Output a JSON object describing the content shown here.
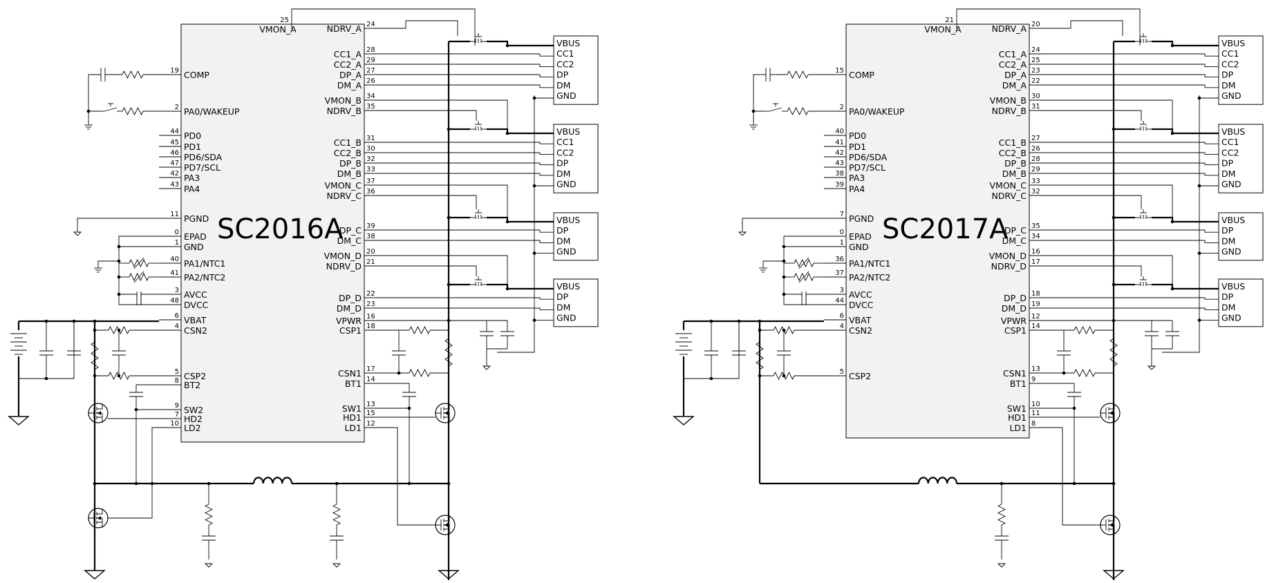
{
  "left": {
    "name": "SC2016A",
    "pins_left": [
      {
        "num": "25",
        "label": "VMON_A"
      },
      {
        "num": "19",
        "label": "COMP"
      },
      {
        "num": "2",
        "label": "PA0/WAKEUP"
      },
      {
        "num": "44",
        "label": "PD0"
      },
      {
        "num": "45",
        "label": "PD1"
      },
      {
        "num": "46",
        "label": "PD6/SDA"
      },
      {
        "num": "47",
        "label": "PD7/SCL"
      },
      {
        "num": "42",
        "label": "PA3"
      },
      {
        "num": "43",
        "label": "PA4"
      },
      {
        "num": "11",
        "label": "PGND"
      },
      {
        "num": "0",
        "label": "EPAD"
      },
      {
        "num": "1",
        "label": "GND"
      },
      {
        "num": "40",
        "label": "PA1/NTC1"
      },
      {
        "num": "41",
        "label": "PA2/NTC2"
      },
      {
        "num": "3",
        "label": "AVCC"
      },
      {
        "num": "48",
        "label": "DVCC"
      },
      {
        "num": "6",
        "label": "VBAT"
      },
      {
        "num": "4",
        "label": "CSN2"
      },
      {
        "num": "5",
        "label": "CSP2"
      },
      {
        "num": "8",
        "label": "BT2"
      },
      {
        "num": "9",
        "label": "SW2"
      },
      {
        "num": "7",
        "label": "HD2"
      },
      {
        "num": "10",
        "label": "LD2"
      }
    ],
    "pins_right": [
      {
        "num": "24",
        "label": "NDRV_A"
      },
      {
        "num": "28",
        "label": "CC1_A"
      },
      {
        "num": "29",
        "label": "CC2_A"
      },
      {
        "num": "27",
        "label": "DP_A"
      },
      {
        "num": "26",
        "label": "DM_A"
      },
      {
        "num": "34",
        "label": "VMON_B"
      },
      {
        "num": "35",
        "label": "NDRV_B"
      },
      {
        "num": "31",
        "label": "CC1_B"
      },
      {
        "num": "30",
        "label": "CC2_B"
      },
      {
        "num": "32",
        "label": "DP_B"
      },
      {
        "num": "33",
        "label": "DM_B"
      },
      {
        "num": "37",
        "label": "VMON_C"
      },
      {
        "num": "36",
        "label": "NDRV_C"
      },
      {
        "num": "39",
        "label": "DP_C"
      },
      {
        "num": "38",
        "label": "DM_C"
      },
      {
        "num": "20",
        "label": "VMON_D"
      },
      {
        "num": "21",
        "label": "NDRV_D"
      },
      {
        "num": "22",
        "label": "DP_D"
      },
      {
        "num": "23",
        "label": "DM_D"
      },
      {
        "num": "16",
        "label": "VPWR"
      },
      {
        "num": "18",
        "label": "CSP1"
      },
      {
        "num": "17",
        "label": "CSN1"
      },
      {
        "num": "14",
        "label": "BT1"
      },
      {
        "num": "13",
        "label": "SW1"
      },
      {
        "num": "15",
        "label": "HD1"
      },
      {
        "num": "12",
        "label": "LD1"
      }
    ],
    "connectors": [
      [
        "VBUS",
        "CC1",
        "CC2",
        "DP",
        "DM",
        "GND"
      ],
      [
        "VBUS",
        "CC1",
        "CC2",
        "DP",
        "DM",
        "GND"
      ],
      [
        "VBUS",
        "DP",
        "DM",
        "GND"
      ],
      [
        "VBUS",
        "DP",
        "DM",
        "GND"
      ]
    ]
  },
  "right": {
    "name": "SC2017A",
    "pins_left": [
      {
        "num": "21",
        "label": "VMON_A"
      },
      {
        "num": "15",
        "label": "COMP"
      },
      {
        "num": "2",
        "label": "PA0/WAKEUP"
      },
      {
        "num": "40",
        "label": "PD0"
      },
      {
        "num": "41",
        "label": "PD1"
      },
      {
        "num": "42",
        "label": "PD6/SDA"
      },
      {
        "num": "43",
        "label": "PD7/SCL"
      },
      {
        "num": "38",
        "label": "PA3"
      },
      {
        "num": "39",
        "label": "PA4"
      },
      {
        "num": "7",
        "label": "PGND"
      },
      {
        "num": "0",
        "label": "EPAD"
      },
      {
        "num": "1",
        "label": "GND"
      },
      {
        "num": "36",
        "label": "PA1/NTC1"
      },
      {
        "num": "37",
        "label": "PA2/NTC2"
      },
      {
        "num": "3",
        "label": "AVCC"
      },
      {
        "num": "44",
        "label": "DVCC"
      },
      {
        "num": "6",
        "label": "VBAT"
      },
      {
        "num": "4",
        "label": "CSN2"
      },
      {
        "num": "5",
        "label": "CSP2"
      }
    ],
    "pins_right": [
      {
        "num": "20",
        "label": "NDRV_A"
      },
      {
        "num": "24",
        "label": "CC1_A"
      },
      {
        "num": "25",
        "label": "CC2_A"
      },
      {
        "num": "23",
        "label": "DP_A"
      },
      {
        "num": "22",
        "label": "DM_A"
      },
      {
        "num": "30",
        "label": "VMON_B"
      },
      {
        "num": "31",
        "label": "NDRV_B"
      },
      {
        "num": "27",
        "label": "CC1_B"
      },
      {
        "num": "26",
        "label": "CC2_B"
      },
      {
        "num": "28",
        "label": "DP_B"
      },
      {
        "num": "29",
        "label": "DM_B"
      },
      {
        "num": "33",
        "label": "VMON_C"
      },
      {
        "num": "32",
        "label": "NDRV_C"
      },
      {
        "num": "35",
        "label": "DP_C"
      },
      {
        "num": "34",
        "label": "DM_C"
      },
      {
        "num": "16",
        "label": "VMON_D"
      },
      {
        "num": "17",
        "label": "NDRV_D"
      },
      {
        "num": "18",
        "label": "DP_D"
      },
      {
        "num": "19",
        "label": "DM_D"
      },
      {
        "num": "12",
        "label": "VPWR"
      },
      {
        "num": "14",
        "label": "CSP1"
      },
      {
        "num": "13",
        "label": "CSN1"
      },
      {
        "num": "9",
        "label": "BT1"
      },
      {
        "num": "10",
        "label": "SW1"
      },
      {
        "num": "11",
        "label": "HD1"
      },
      {
        "num": "8",
        "label": "LD1"
      }
    ],
    "connectors": [
      [
        "VBUS",
        "CC1",
        "CC2",
        "DP",
        "DM",
        "GND"
      ],
      [
        "VBUS",
        "CC1",
        "CC2",
        "DP",
        "DM",
        "GND"
      ],
      [
        "VBUS",
        "DP",
        "DM",
        "GND"
      ],
      [
        "VBUS",
        "DP",
        "DM",
        "GND"
      ]
    ]
  }
}
